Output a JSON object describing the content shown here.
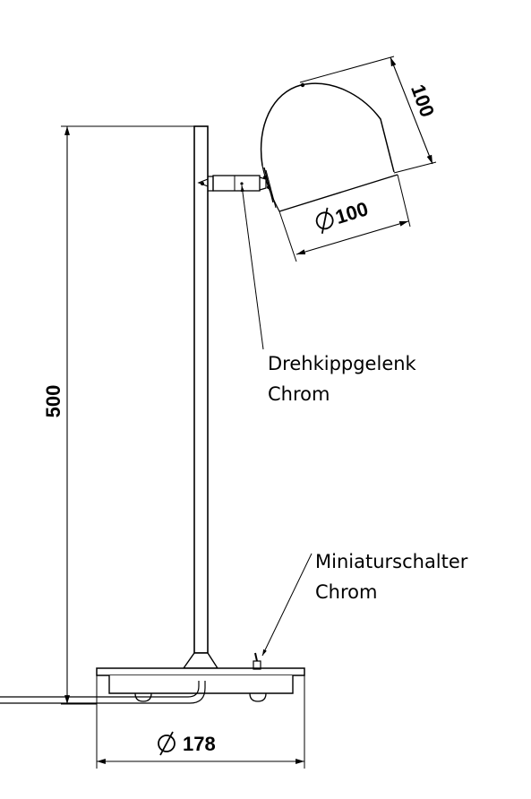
{
  "dimensions": {
    "height_total": "500",
    "shade_height": "100",
    "shade_diameter": "100",
    "base_diameter": "178"
  },
  "labels": {
    "joint_line1": "Drehkippgelenk",
    "joint_line2": "Chrom",
    "switch_line1": "Miniaturschalter",
    "switch_line2": "Chrom"
  },
  "colors": {
    "line": "#000000",
    "background": "#ffffff"
  }
}
